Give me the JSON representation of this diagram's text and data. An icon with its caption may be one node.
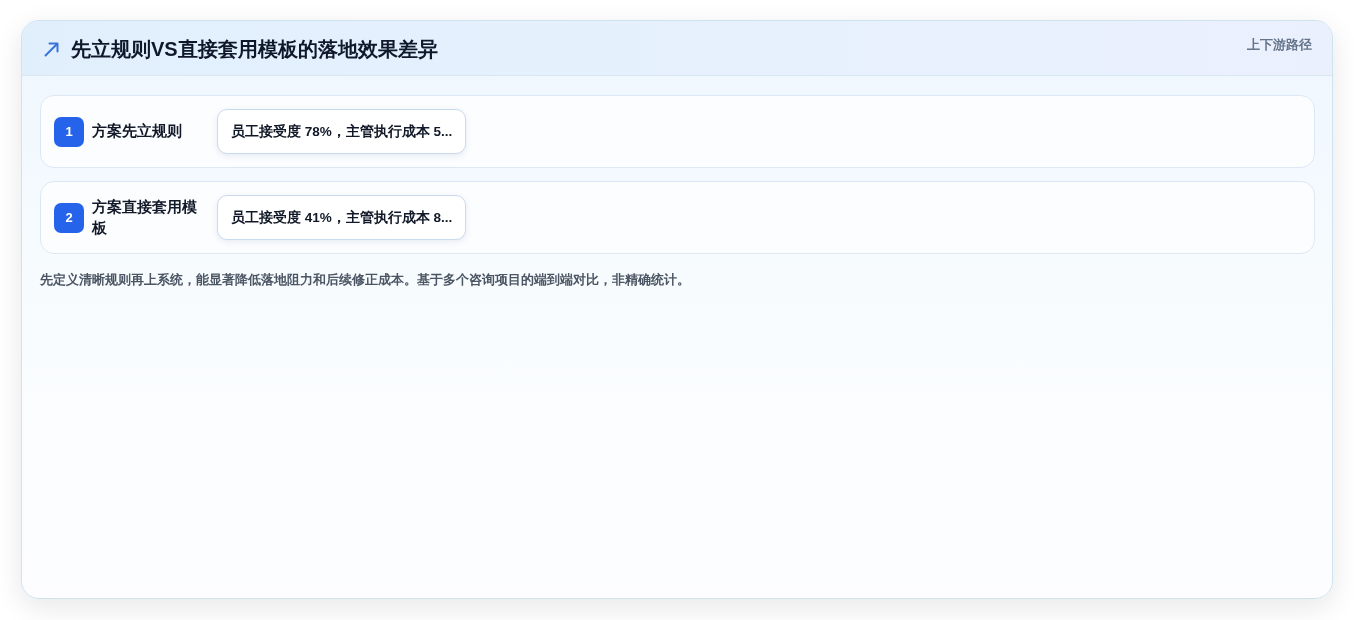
{
  "diagram": {
    "title": "先立规则VS直接套用模板的落地效果差异",
    "nodes": [
      {
        "text": [
          "方案先立规则"
        ]
      },
      {
        "text": [
          "1"
        ],
        "in": 0
      },
      {
        "text": [
          "员工接受度 78%，主管执行成本 5..."
        ],
        "in": 0
      },
      {
        "text": [
          "方案直接套用模板"
        ]
      },
      {
        "text": [
          "2"
        ],
        "in": 3
      },
      {
        "text": [
          "员工接受度 41%，主管执行成本 8..."
        ],
        "in": 3
      }
    ],
    "labels": [
      "上下游路径"
    ],
    "caption": "先定义清晰规则再上系统，能显著降低落地阻力和后续修正成本。基于多个咨询项目的端到端对比，非精确统计。"
  }
}
